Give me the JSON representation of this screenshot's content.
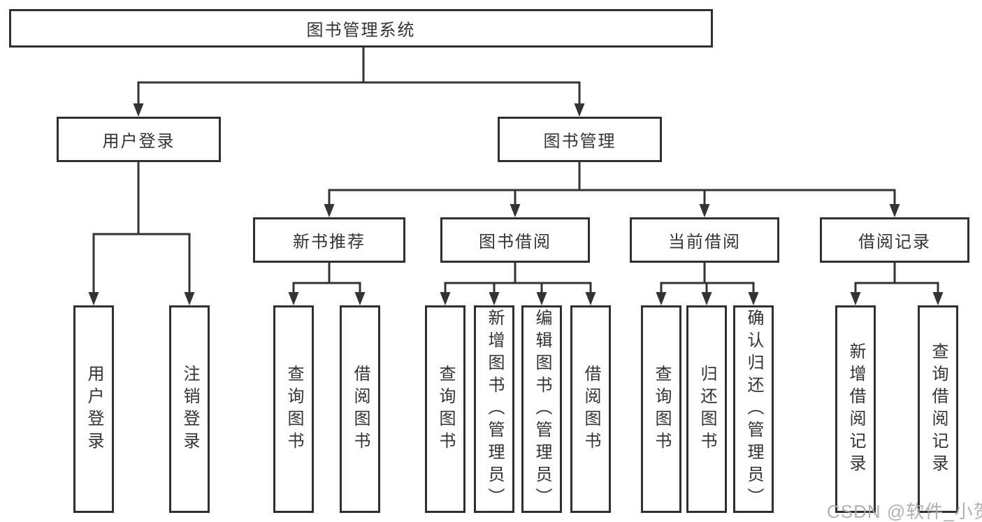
{
  "diagram": {
    "title": "图书管理系统",
    "children": [
      {
        "label": "用户登录",
        "children": [
          {
            "label": "用户登录"
          },
          {
            "label": "注销登录"
          }
        ]
      },
      {
        "label": "图书管理",
        "children": [
          {
            "label": "新书推荐",
            "children": [
              {
                "label": "查询图书"
              },
              {
                "label": "借阅图书"
              }
            ]
          },
          {
            "label": "图书借阅",
            "children": [
              {
                "label": "查询图书"
              },
              {
                "label": "新增图书（管理员）"
              },
              {
                "label": "编辑图书（管理员）"
              },
              {
                "label": "借阅图书"
              }
            ]
          },
          {
            "label": "当前借阅",
            "children": [
              {
                "label": "查询图书"
              },
              {
                "label": "归还图书"
              },
              {
                "label": "确认归还（管理员）"
              }
            ]
          },
          {
            "label": "借阅记录",
            "children": [
              {
                "label": "新增借阅记录"
              },
              {
                "label": "查询借阅记录"
              }
            ]
          }
        ]
      }
    ]
  },
  "watermark": {
    "text": "CSDN @软件_小贺同学"
  },
  "colors": {
    "background": "#ffffff",
    "line": "#333333",
    "border": "#2f2f2f",
    "text": "#333333",
    "watermark": "#a9a9a9"
  }
}
